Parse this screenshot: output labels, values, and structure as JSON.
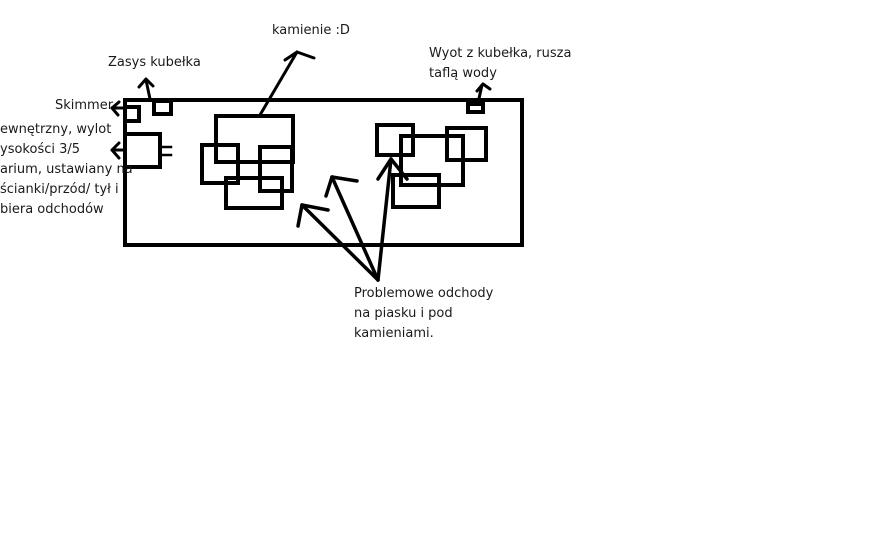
{
  "labels": {
    "kamienie": "kamienie :D",
    "zasys": "Zasys kubełka",
    "wylot": [
      "Wyot z kubełka, rusza",
      "taflą wody"
    ],
    "skimmer": "Skimmer",
    "filtr": [
      "ewnętrzny, wylot",
      "ysokości 3/5",
      "arium, ustawiany na",
      "ścianki/przód/ tył i",
      "biera odchodów"
    ],
    "problem": [
      "Problemowe odchody",
      "na piasku i pod",
      "kamieniami."
    ]
  },
  "colors": {
    "stroke": "#000000",
    "background": "#ffffff",
    "text": "#1a1a1a"
  }
}
